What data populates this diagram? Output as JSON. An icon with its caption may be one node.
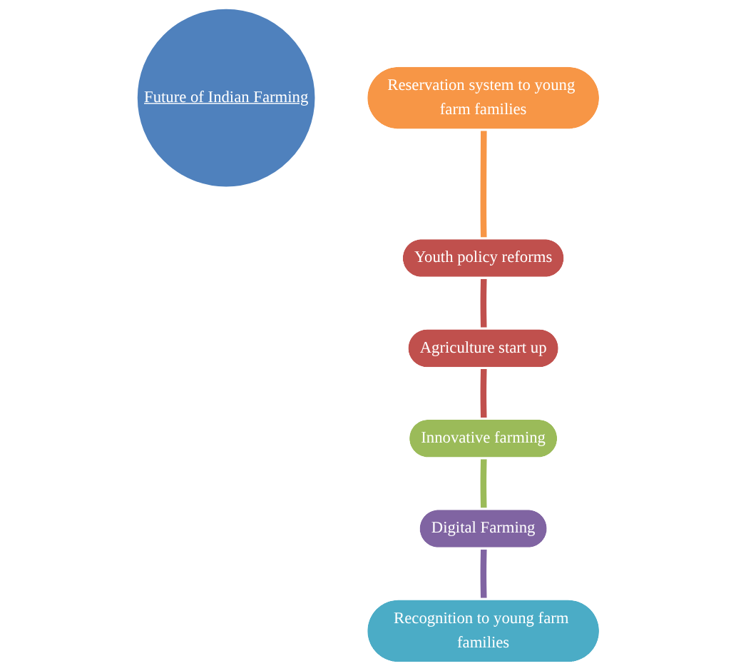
{
  "diagram": {
    "nodes": [
      {
        "text": [
          "Future of Indian Farming"
        ]
      },
      {
        "text": [
          "Agriculture start up"
        ]
      },
      {
        "text": [
          "Innovative farming"
        ]
      },
      {
        "text": [
          "Digital Farming"
        ]
      },
      {
        "text": [
          "Recognition to young farm families"
        ]
      },
      {
        "text": [
          "Reservation system to young farm families"
        ]
      },
      {
        "text": [
          "Youth policy reforms"
        ]
      }
    ],
    "edges": [
      {
        "from": 1,
        "to": 2,
        "arrow": "none",
        "color": "#c0504d"
      },
      {
        "from": 2,
        "to": 3,
        "arrow": "none",
        "color": "#9bbb59"
      },
      {
        "from": 3,
        "to": 4,
        "arrow": "none",
        "color": "#8064a2"
      },
      {
        "from": 5,
        "to": 6,
        "arrow": "none",
        "color": "#f79646"
      },
      {
        "from": 6,
        "to": 1,
        "arrow": "none",
        "color": "#c0504d"
      }
    ]
  }
}
